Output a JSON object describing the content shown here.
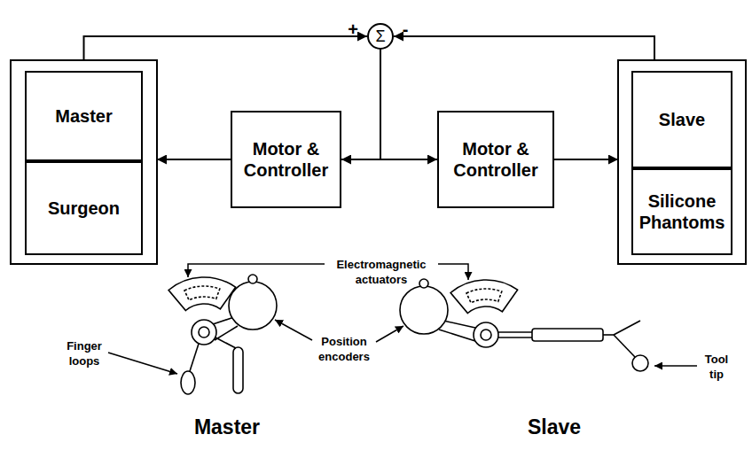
{
  "diagram": {
    "nodes": [
      {
        "text": [
          "Σ"
        ]
      },
      {
        "text": [
          "Master"
        ]
      },
      {
        "text": [
          "Surgeon"
        ]
      },
      {
        "text": [
          "Motor & Controller"
        ]
      },
      {
        "text": [
          "Motor & Controller"
        ]
      },
      {
        "text": [
          "Slave"
        ]
      },
      {
        "text": [
          "Silicone Phantoms"
        ]
      }
    ],
    "edges": [
      {
        "from": 1,
        "to": 0,
        "arrow": "to"
      },
      {
        "from": 5,
        "to": 0,
        "arrow": "to"
      },
      {
        "from": 0,
        "to": 3,
        "arrow": "to"
      },
      {
        "from": 0,
        "to": 4,
        "arrow": "to"
      },
      {
        "from": 3,
        "to": 1,
        "arrow": "to"
      },
      {
        "from": 4,
        "to": 5,
        "arrow": "to"
      }
    ],
    "labels": [
      "+",
      "-",
      "Electromagnetic actuators",
      "Finger loops",
      "Position encoders",
      "Tool tip",
      "Master",
      "Slave"
    ]
  }
}
